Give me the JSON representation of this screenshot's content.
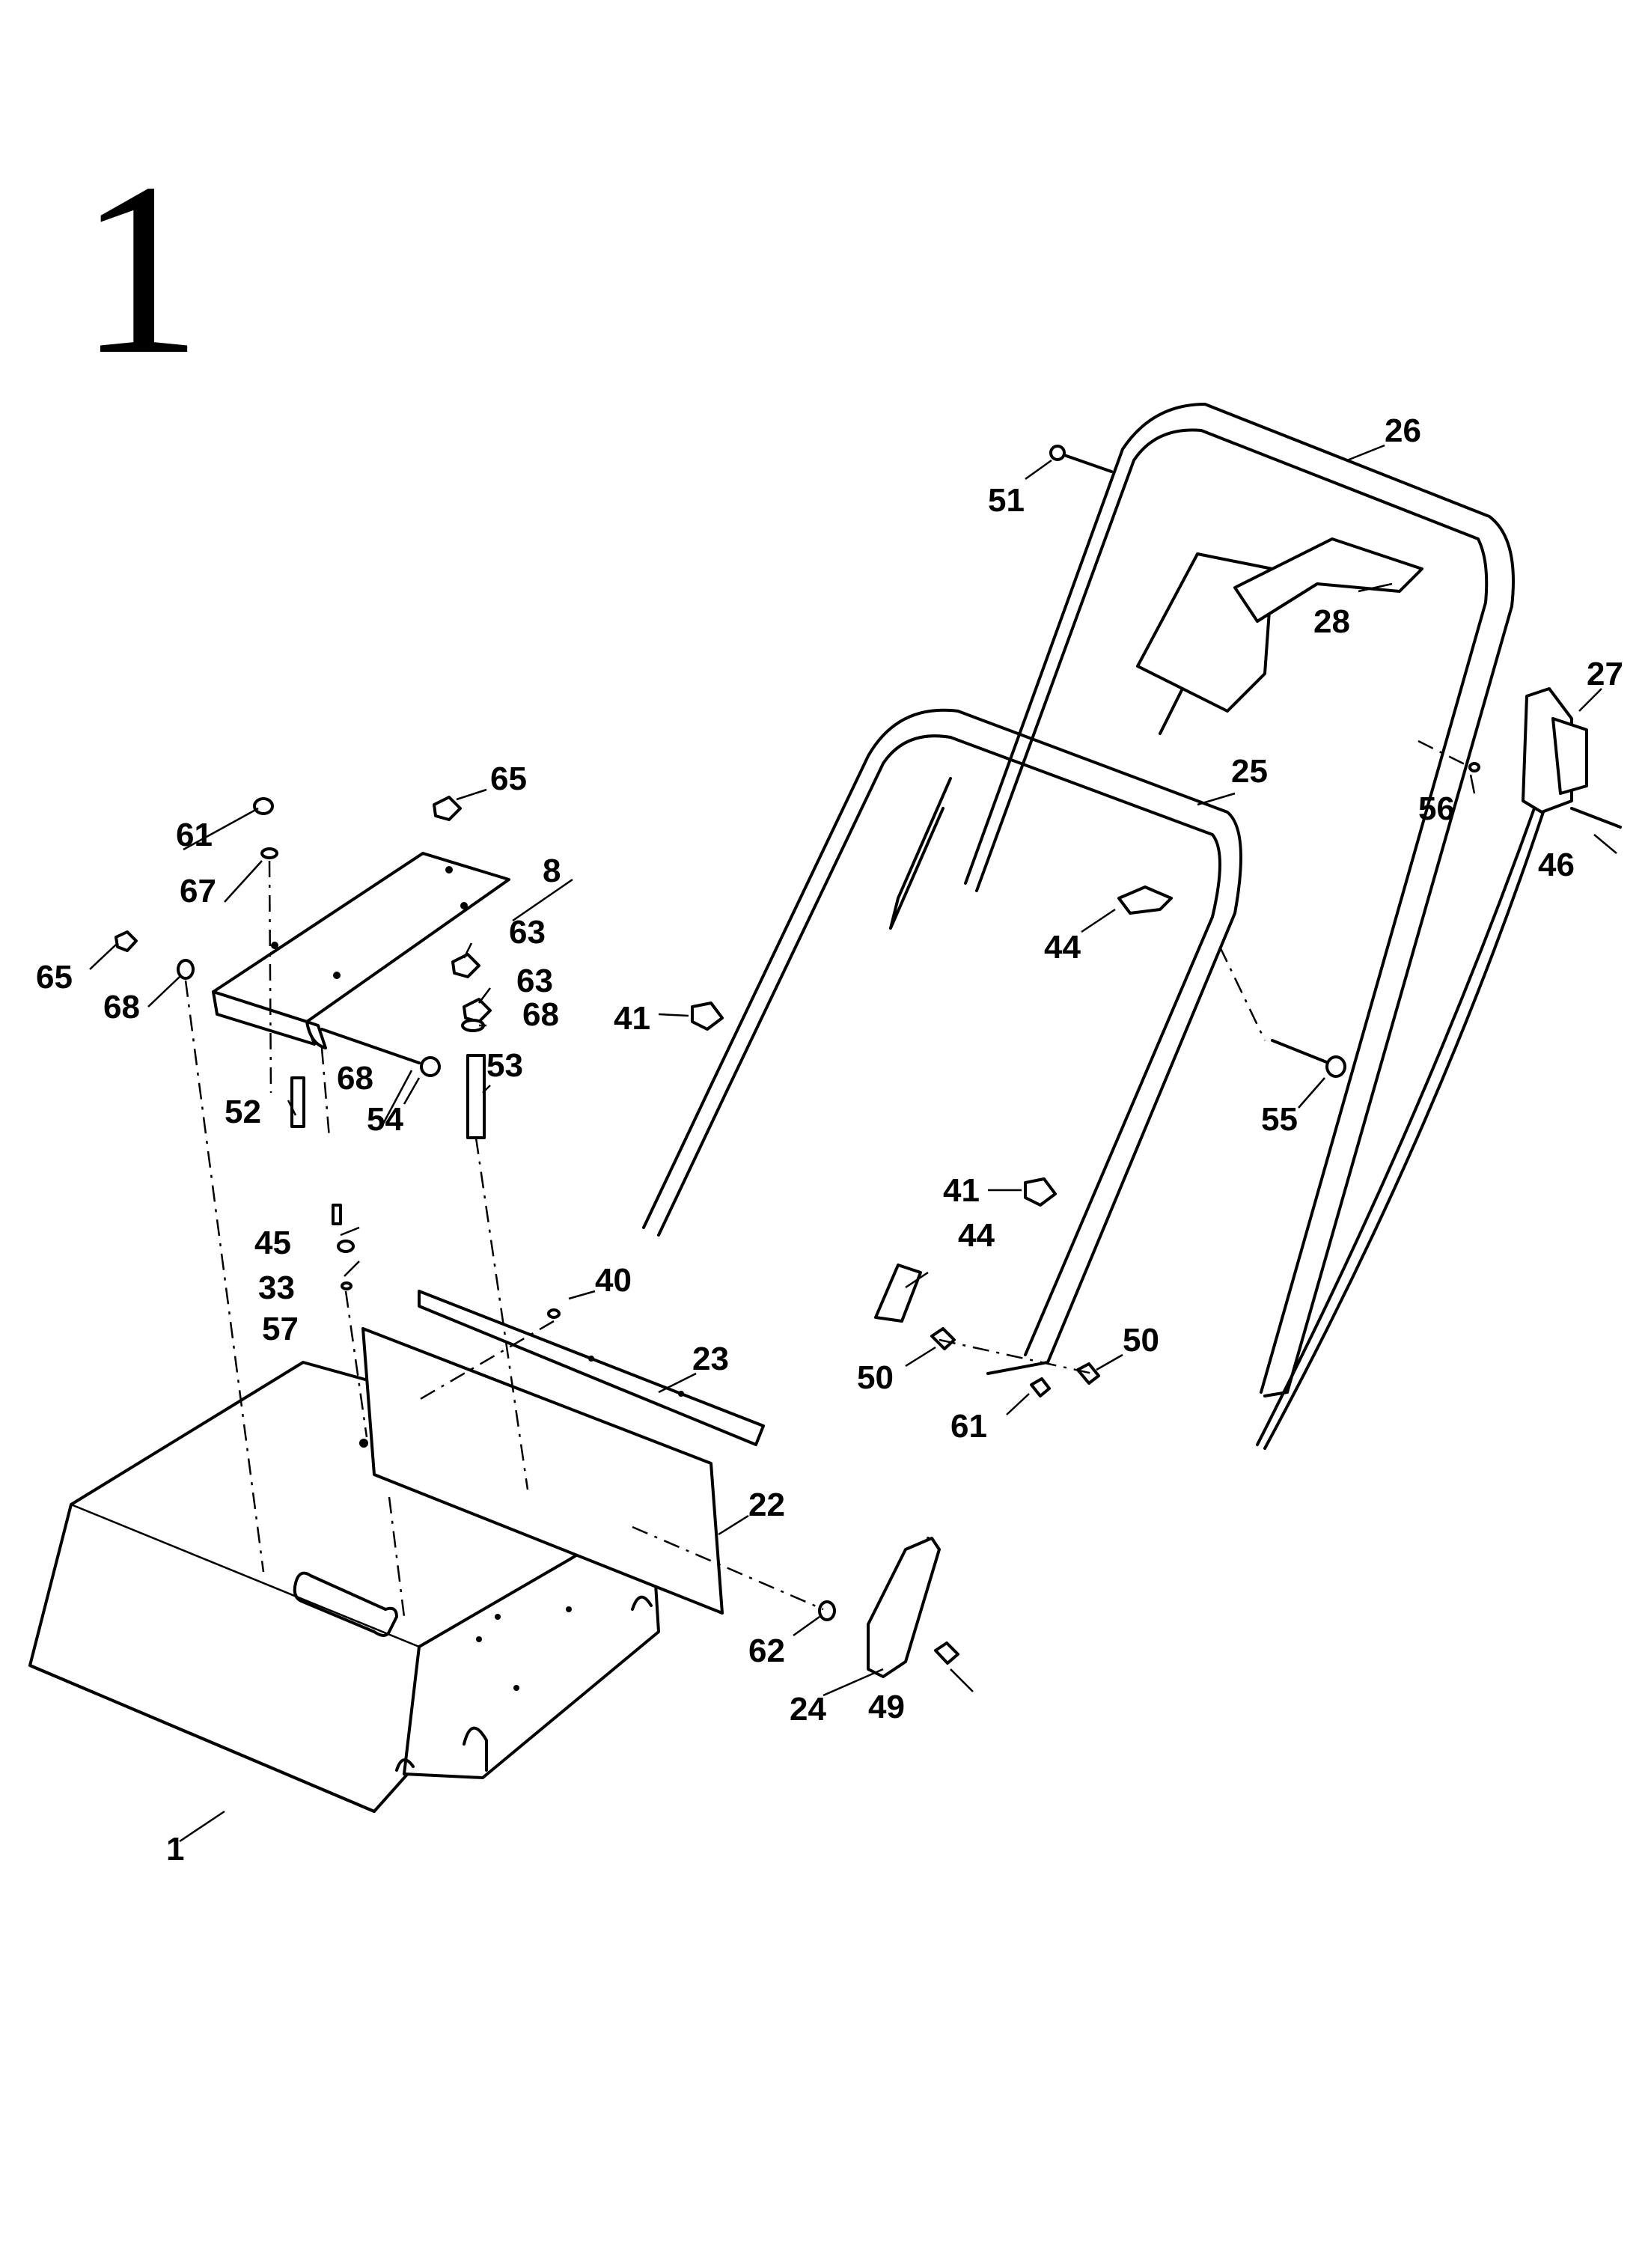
{
  "figure_number": "1",
  "callouts": {
    "c1": "1",
    "c8": "8",
    "c22": "22",
    "c23": "23",
    "c24": "24",
    "c25": "25",
    "c26": "26",
    "c27": "27",
    "c28": "28",
    "c33": "33",
    "c40": "40",
    "c41a": "41",
    "c41b": "41",
    "c44a": "44",
    "c44b": "44",
    "c45": "45",
    "c46": "46",
    "c49": "49",
    "c50a": "50",
    "c50b": "50",
    "c51": "51",
    "c52": "52",
    "c53": "53",
    "c54": "54",
    "c55": "55",
    "c56": "56",
    "c57": "57",
    "c61a": "61",
    "c61b": "61",
    "c62": "62",
    "c63a": "63",
    "c63b": "63",
    "c65a": "65",
    "c65b": "65",
    "c67": "67",
    "c68a": "68",
    "c68b": "68",
    "c68c": "68"
  }
}
